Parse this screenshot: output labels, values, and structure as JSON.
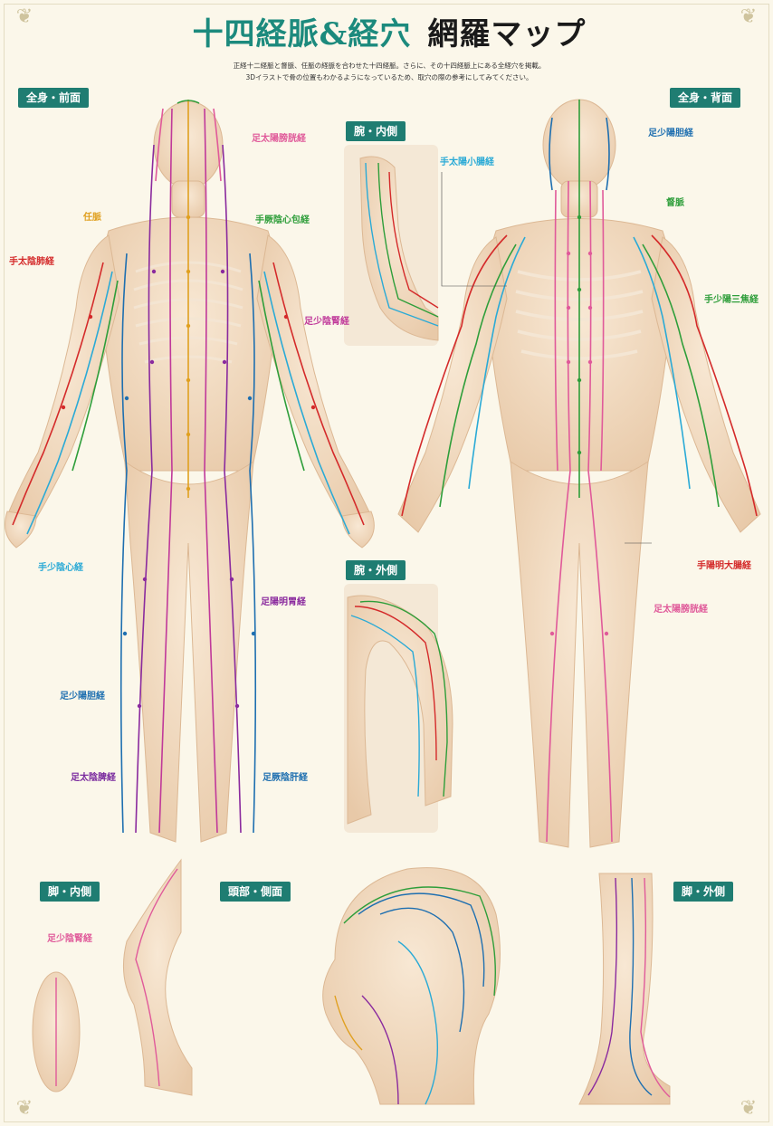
{
  "title": {
    "main": "十四経脈&経穴",
    "sub": "網羅マップ"
  },
  "subtitle": {
    "line1": "正経十二経脈と督脈、任脈の経脈を合わせた十四経脈。さらに、その十四経脈上にある全経穴を掲載。",
    "line2": "3Dイラストで骨の位置もわかるようになっているため、取穴の際の参考にしてみてください。"
  },
  "panels": {
    "front": "全身・前面",
    "back": "全身・背面",
    "arm_inner": "腕・内側",
    "arm_outer": "腕・外側",
    "leg_inner": "脚・内側",
    "head_side": "頭部・側面",
    "leg_outer": "脚・外側"
  },
  "meridians": {
    "front_bladder_top": "足太陽膀胱経",
    "front_conception": "任脈",
    "front_pericardium": "手厥陰心包経",
    "front_lung": "手太陰肺経",
    "front_kidney": "足少陰腎経",
    "front_heart": "手少陰心経",
    "front_stomach": "足陽明胃経",
    "front_gallbladder": "足少陽胆経",
    "front_spleen": "足太陰脾経",
    "front_liver": "足厥陰肝経",
    "arm_small_intestine": "手太陽小腸経",
    "back_gallbladder": "足少陽胆経",
    "back_governor": "督脈",
    "back_triple_burner": "手少陽三焦経",
    "back_large_intestine": "手陽明大腸経",
    "back_bladder": "足太陽膀胱経",
    "leg_kidney": "足少陰腎経"
  },
  "colors": {
    "accent": "#1c8a7d",
    "label_bg": "#1f7d72",
    "bladder": "#e05a9a",
    "conception": "#e0a020",
    "pericardium": "#2e9e3a",
    "lung": "#d42a2a",
    "kidney": "#c0399a",
    "heart": "#2aaad6",
    "stomach": "#8a2a9e",
    "gallbladder": "#1e6fb0",
    "spleen": "#7a2a9e",
    "liver": "#1e6fb0",
    "small_intestine": "#2aaad6",
    "governor": "#2e9e3a",
    "triple_burner": "#2e9e3a",
    "large_intestine": "#d42a2a",
    "skin": "#f3ddc4",
    "bone": "#efe3cf"
  }
}
